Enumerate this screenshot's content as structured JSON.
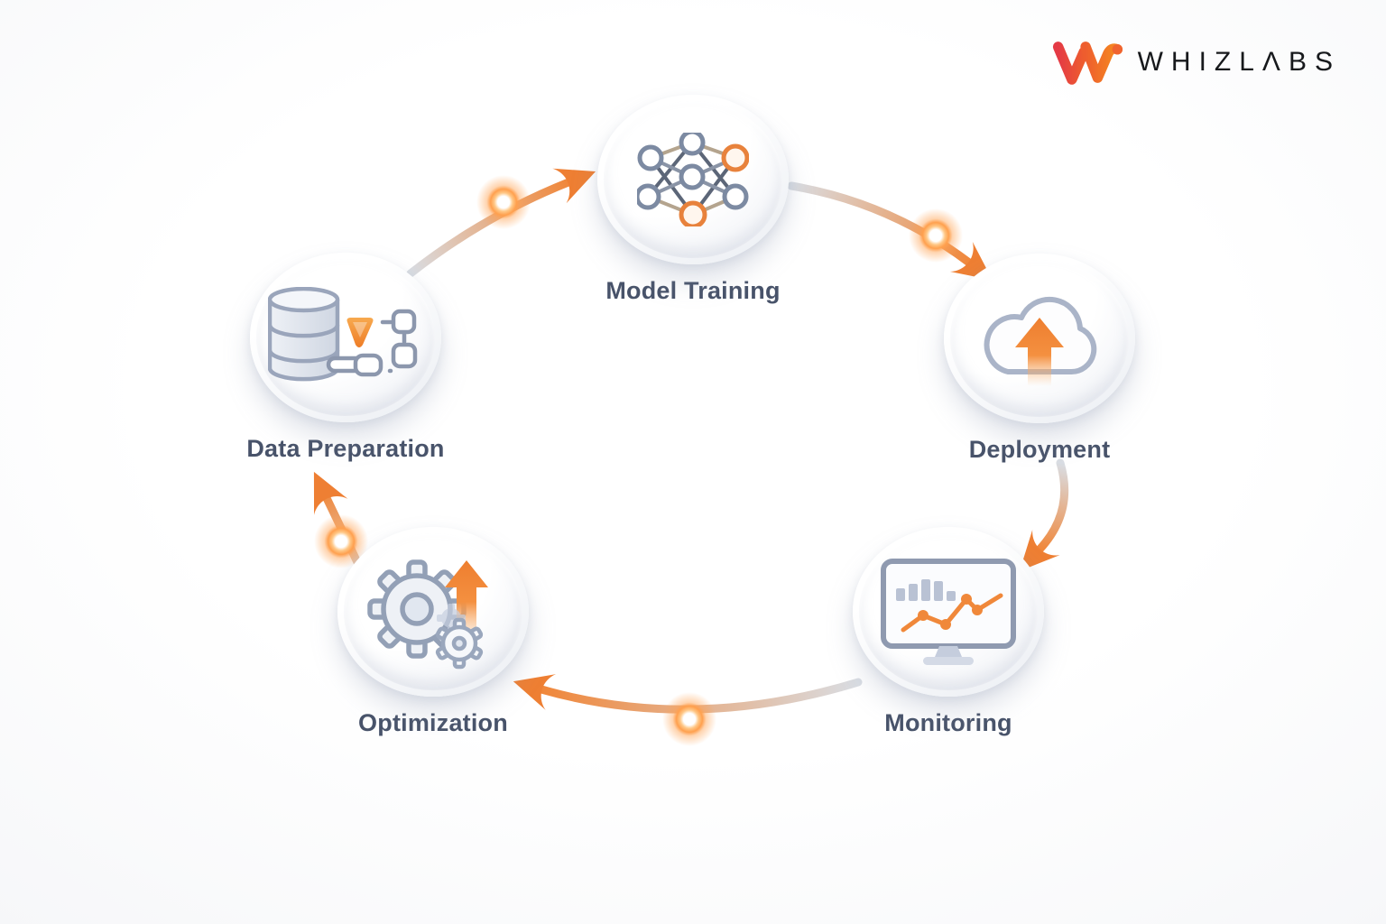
{
  "brand": {
    "name": "WHIZLABS",
    "display_text": "WHIZLΛBS"
  },
  "diagram": {
    "type": "cycle-diagram",
    "nodes": [
      {
        "id": "data-preparation",
        "label": "Data Preparation",
        "icon": "database-funnel-flow-icon"
      },
      {
        "id": "model-training",
        "label": "Model Training",
        "icon": "neural-network-icon"
      },
      {
        "id": "deployment",
        "label": "Deployment",
        "icon": "cloud-upload-icon"
      },
      {
        "id": "monitoring",
        "label": "Monitoring",
        "icon": "monitor-analytics-icon"
      },
      {
        "id": "optimization",
        "label": "Optimization",
        "icon": "gears-upgrade-icon"
      }
    ],
    "arrows": [
      {
        "from": "Data Preparation",
        "to": "Model Training"
      },
      {
        "from": "Model Training",
        "to": "Deployment"
      },
      {
        "from": "Deployment",
        "to": "Monitoring"
      },
      {
        "from": "Monitoring",
        "to": "Optimization"
      },
      {
        "from": "Optimization",
        "to": "Data Preparation"
      }
    ],
    "colors": {
      "accent_orange": "#ef8033",
      "track_gray": "#d9dde3",
      "node_outline": "#8e9ab0",
      "label_text": "#48536a",
      "logo_red": "#e43a45",
      "logo_orange": "#f58a1f"
    }
  }
}
